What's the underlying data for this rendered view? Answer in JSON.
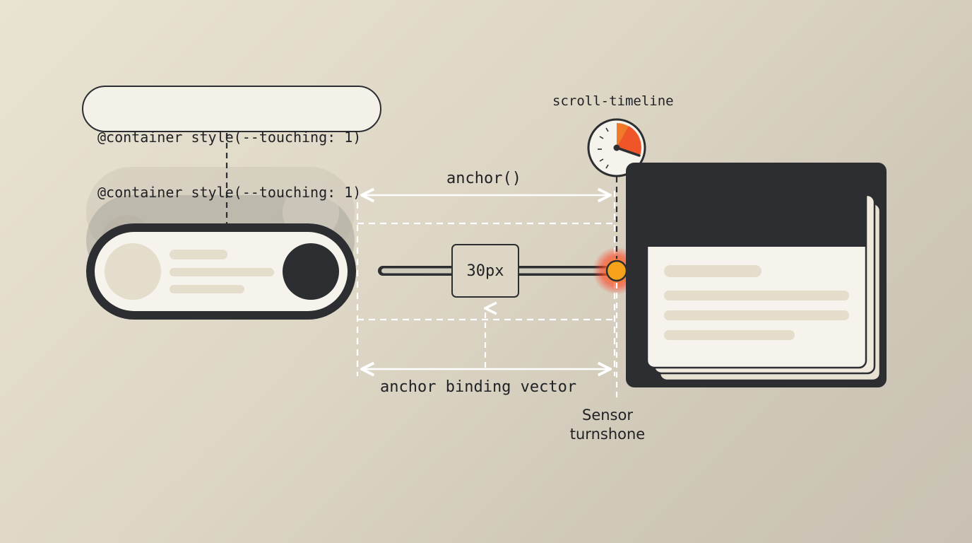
{
  "code_label": {
    "line1": "@container style(--touching: 1)",
    "line2": "@container style(--touching: 1)"
  },
  "anchor_label": "anchor()",
  "binding_label": "anchor binding vector",
  "size_label": "30px",
  "scroll_label": "scroll-timeline",
  "sensor_label": {
    "line1": "Sensor",
    "line2": "turnshone"
  },
  "colors": {
    "dark": "#2c2e31",
    "card": "#f6f3ec",
    "placeholder": "#e4ddcc",
    "sensor_glow": "#ff3b1f",
    "gauge_arc": "#f07a2a"
  },
  "icons": [
    "toggle-pill-icon",
    "gauge-icon",
    "sensor-dot-icon",
    "card-stack-icon"
  ]
}
